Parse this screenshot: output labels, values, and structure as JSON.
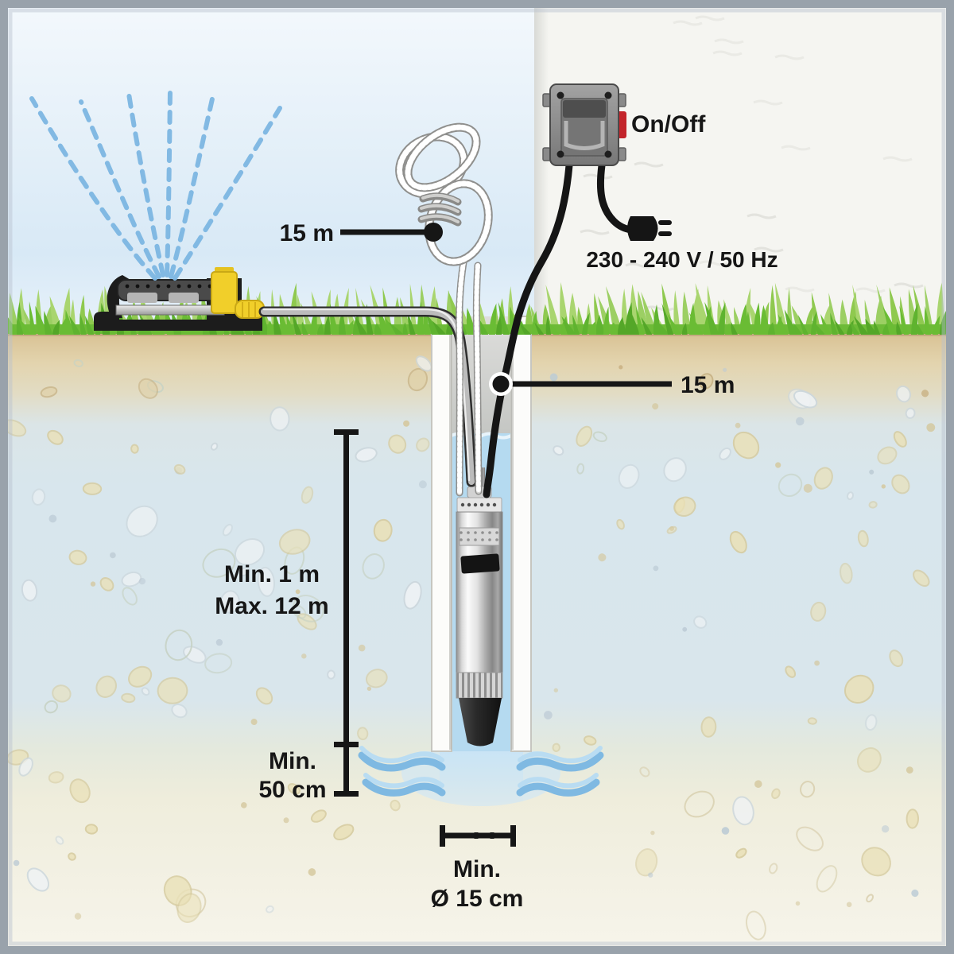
{
  "diagram": {
    "subject": "Submersible deep-well pump installation diagram",
    "labels": {
      "rope_length": "15 m",
      "cable_length": "15 m",
      "switch": "On/Off",
      "power_supply": "230 - 240 V / 50 Hz",
      "immersion_min": "Min. 1 m",
      "immersion_max": "Max. 12 m",
      "clearance_min": "Min.",
      "clearance_value": "50 cm",
      "bore_min": "Min.",
      "bore_diameter": "Ø 15 cm"
    },
    "colors": {
      "sky": "#d8e9f6",
      "wall": "#f5f5f1",
      "grass": "#5fb32f",
      "soil": "#dfcb9f",
      "groundwater": "#d8e6ed",
      "well_water": "#b5daf0",
      "pump_steel": "#c8c8c8",
      "switch_red": "#c3242a",
      "connector_yellow": "#f1cf2a",
      "cable_black": "#151515",
      "label_text": "#161616"
    }
  }
}
